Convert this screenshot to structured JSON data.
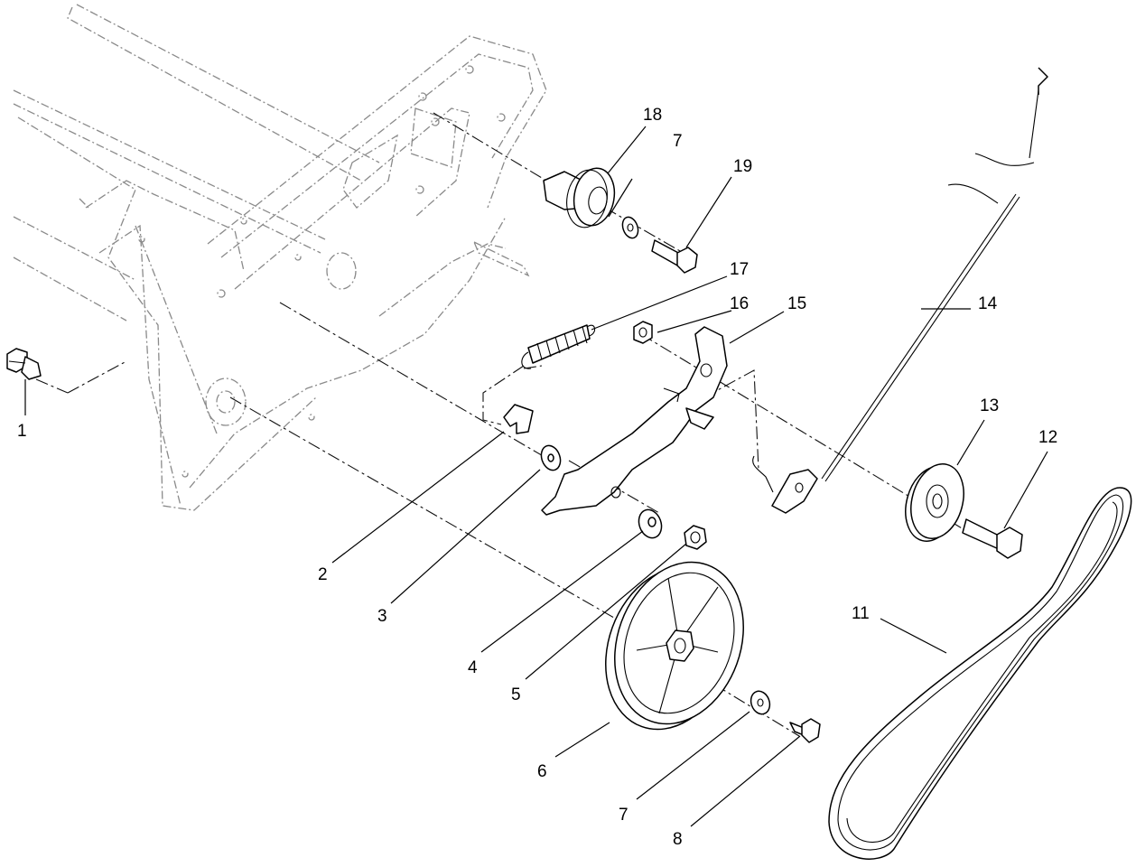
{
  "callouts": {
    "c1": "1",
    "c2": "2",
    "c3": "3",
    "c4": "4",
    "c5": "5",
    "c6": "6",
    "c7a": "7",
    "c7b": "7",
    "c8": "8",
    "c11": "11",
    "c12": "12",
    "c13": "13",
    "c14": "14",
    "c15": "15",
    "c16": "16",
    "c17": "17",
    "c18": "18",
    "c19": "19"
  }
}
